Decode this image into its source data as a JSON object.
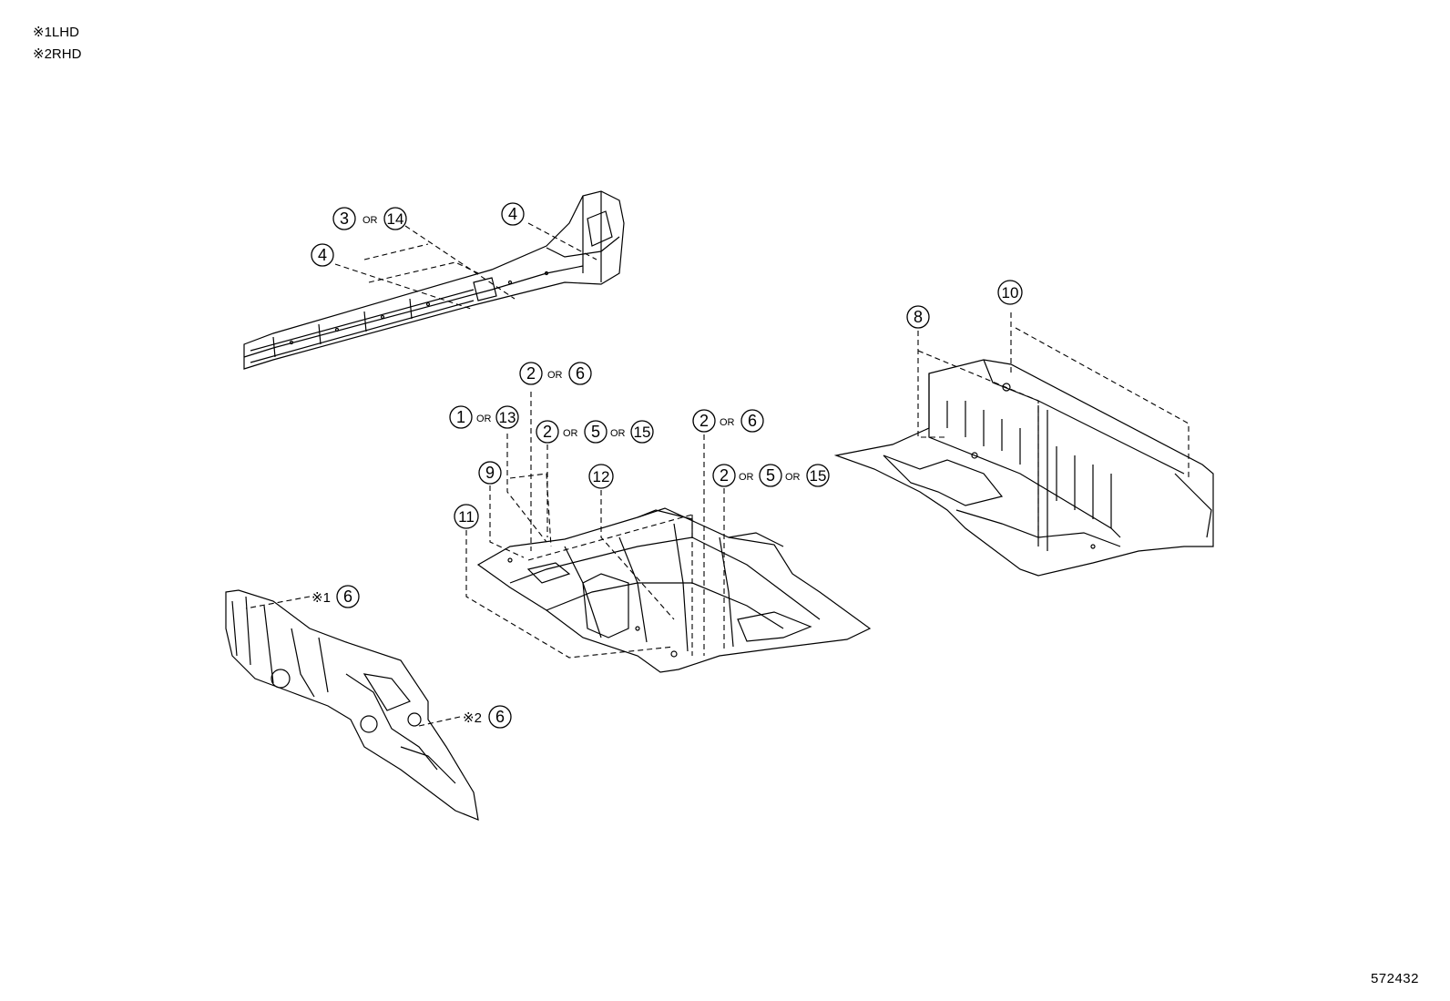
{
  "legend": {
    "items": [
      {
        "mark": "※1",
        "label": "LHD"
      },
      {
        "mark": "※2",
        "label": "RHD"
      }
    ]
  },
  "figure_id": "572432",
  "or_word": "OR",
  "callouts": {
    "rocker_top": [
      "3",
      "14"
    ],
    "rocker_rear": [
      "4"
    ],
    "rocker_front": [
      "4"
    ],
    "rear_floor_8": [
      "8"
    ],
    "rear_floor_10": [
      "10"
    ],
    "floor_a": [
      "2",
      "6"
    ],
    "floor_b": [
      "1",
      "13"
    ],
    "floor_c": [
      "2",
      "5",
      "15"
    ],
    "floor_d": [
      "2",
      "6"
    ],
    "floor_e": [
      "2",
      "5",
      "15"
    ],
    "floor_9": [
      "9"
    ],
    "floor_12": [
      "12"
    ],
    "floor_11": [
      "11"
    ],
    "dash_lhd": {
      "mark": "※1",
      "part": "6"
    },
    "dash_rhd": {
      "mark": "※2",
      "part": "6"
    }
  }
}
